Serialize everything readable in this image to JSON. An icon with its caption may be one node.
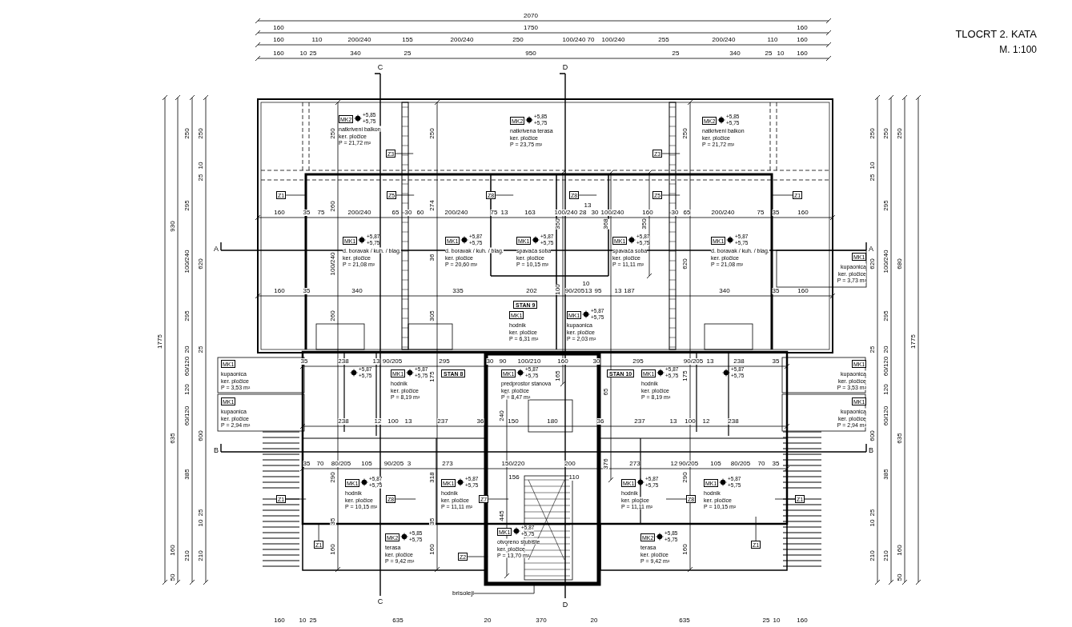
{
  "diagram": {
    "title": "TLOCRT 2. KATA",
    "nodes": [
      {
        "text": [
          "MK2"
        ]
      },
      {
        "text": [
          "MK2"
        ]
      },
      {
        "text": [
          "MK2"
        ]
      },
      {
        "text": [
          "Z3"
        ]
      },
      {
        "text": [
          "Z3"
        ]
      },
      {
        "text": [
          "Z1"
        ]
      },
      {
        "text": [
          "Z5"
        ]
      },
      {
        "text": [
          "Z8"
        ]
      },
      {
        "text": [
          "Z8"
        ]
      },
      {
        "text": [
          "Z5"
        ]
      },
      {
        "text": [
          "Z1"
        ]
      },
      {
        "text": [
          "MK1"
        ]
      },
      {
        "text": [
          "MK1"
        ]
      },
      {
        "text": [
          "MK1"
        ]
      },
      {
        "text": [
          "MK1"
        ]
      },
      {
        "text": [
          "MK1"
        ]
      },
      {
        "text": [
          "MK1"
        ]
      },
      {
        "text": [
          "STAN 9"
        ]
      },
      {
        "text": [
          "MK1"
        ]
      },
      {
        "text": [
          "MK1"
        ]
      },
      {
        "text": [
          "MK1"
        ]
      },
      {
        "text": [
          "MK1"
        ]
      },
      {
        "text": [
          "STAN 8"
        ]
      },
      {
        "text": [
          "MK1"
        ]
      },
      {
        "text": [
          "STAN 10"
        ]
      },
      {
        "text": [
          "MK1"
        ]
      },
      {
        "text": [
          "MK1"
        ]
      },
      {
        "text": [
          "MK1"
        ]
      },
      {
        "text": [
          "MK1"
        ]
      },
      {
        "text": [
          "MK1"
        ]
      },
      {
        "text": [
          "MK1"
        ]
      },
      {
        "text": [
          "MK1"
        ]
      },
      {
        "text": [
          "MK1"
        ]
      },
      {
        "text": [
          "Z1"
        ]
      },
      {
        "text": [
          "Z8"
        ]
      },
      {
        "text": [
          "Z7"
        ]
      },
      {
        "text": [
          "Z8"
        ]
      },
      {
        "text": [
          "Z1"
        ]
      },
      {
        "text": [
          "MK1"
        ]
      },
      {
        "text": [
          "MK2"
        ]
      },
      {
        "text": [
          "MK2"
        ]
      },
      {
        "text": [
          "Z2"
        ]
      },
      {
        "text": [
          "Z1"
        ]
      },
      {
        "text": [
          "Z1"
        ]
      },
      {
        "text": [
          "brisoleji"
        ]
      }
    ],
    "edges": [
      {
        "from": 3,
        "to": null,
        "arrow": "none"
      },
      {
        "from": 4,
        "to": null,
        "arrow": "none"
      },
      {
        "from": 5,
        "to": null,
        "arrow": "none"
      },
      {
        "from": 6,
        "to": null,
        "arrow": "none"
      },
      {
        "from": 7,
        "to": null,
        "arrow": "none"
      },
      {
        "from": 8,
        "to": null,
        "arrow": "none"
      },
      {
        "from": 9,
        "to": null,
        "arrow": "none"
      },
      {
        "from": 10,
        "to": null,
        "arrow": "none"
      },
      {
        "from": 33,
        "to": null,
        "arrow": "none"
      },
      {
        "from": 34,
        "to": null,
        "arrow": "none"
      },
      {
        "from": 35,
        "to": null,
        "arrow": "none"
      },
      {
        "from": 36,
        "to": null,
        "arrow": "none"
      },
      {
        "from": 37,
        "to": null,
        "arrow": "none"
      },
      {
        "from": 41,
        "to": null,
        "arrow": "none"
      },
      {
        "from": 42,
        "to": null,
        "arrow": "none"
      },
      {
        "from": 43,
        "to": null,
        "arrow": "none"
      },
      {
        "from": 44,
        "to": null,
        "arrow": "none"
      }
    ],
    "labels": [
      "2070",
      "160",
      "1750",
      "160",
      "160",
      "110",
      "200/240",
      "155",
      "200/240",
      "250",
      "100/240",
      "70",
      "100/240",
      "255",
      "200/240",
      "110",
      "160",
      "160",
      "10",
      "25",
      "340",
      "25",
      "950",
      "25",
      "340",
      "25",
      "10",
      "160",
      "M. 1:100",
      "C",
      "D",
      "1775",
      "930",
      "635",
      "160",
      "50",
      "250",
      "295",
      "100/240",
      "295",
      "20",
      "60/120",
      "120",
      "60/120",
      "385",
      "210",
      "250",
      "10",
      "25",
      "620",
      "25",
      "600",
      "25",
      "10",
      "210",
      "250",
      "10",
      "25",
      "620",
      "25",
      "600",
      "25",
      "10",
      "210",
      "250",
      "295",
      "100/240",
      "295",
      "20",
      "60/120",
      "120",
      "60/120",
      "385",
      "210",
      "250",
      "680",
      "635",
      "160",
      "50",
      "1775",
      "+5,85",
      "+5,75",
      "natkriveni balkon",
      "ker. pločice",
      "P = 21,72 m²",
      "+5,85",
      "+5,75",
      "natkrivena terasa",
      "ker. pločice",
      "P = 23,75 m²",
      "+5,85",
      "+5,75",
      "natkriveni balkon",
      "ker. pločice",
      "P = 21,72 m²",
      "250",
      "260",
      "100/240",
      "260",
      "290",
      "35",
      "160",
      "250",
      "274",
      "36",
      "305",
      "175",
      "318",
      "35",
      "160",
      "350",
      "100",
      "165",
      "368",
      "65",
      "376",
      "350",
      "250",
      "620",
      "175",
      "290",
      "160",
      "240",
      "445",
      "160",
      "35",
      "75",
      "200/240",
      "65",
      "30",
      "60",
      "200/240",
      "75",
      "13",
      "163",
      "100/240",
      "28",
      "30",
      "100/240",
      "160",
      "30",
      "65",
      "200/240",
      "75",
      "35",
      "160",
      "13",
      "+5,87",
      "+5,75",
      "d. boravak / kuh. / blag.",
      "ker. pločice",
      "P = 21,08 m²",
      "+5,87",
      "+5,75",
      "d. boravak / kuh. / blag.",
      "ker. pločice",
      "P = 20,60 m²",
      "+5,87",
      "+5,75",
      "spavaća soba",
      "ker. pločice",
      "P = 10,15 m²",
      "+5,87",
      "+5,75",
      "spavaća soba",
      "ker. pločice",
      "P = 11,11 m²",
      "+5,87",
      "+5,75",
      "d. boravak / kuh. / blag.",
      "ker. pločice",
      "P = 21,08 m²",
      "kupaonica",
      "ker. pločice",
      "P = 3,73 m²",
      "A",
      "A",
      "160",
      "35",
      "340",
      "335",
      "202",
      "90/205",
      "13",
      "95",
      "13",
      "187",
      "340",
      "35",
      "160",
      "10",
      "hodnik",
      "ker. pločice",
      "P = 6,31 m²",
      "+5,87",
      "+5,75",
      "kupaonica",
      "ker. pločice",
      "P = 2,03 m²",
      "35",
      "238",
      "13",
      "90/205",
      "295",
      "30",
      "90",
      "100/210",
      "160",
      "30",
      "295",
      "90/205",
      "13",
      "238",
      "35",
      "kupaonica",
      "ker. pločice",
      "P = 3,53 m²",
      "+5,87",
      "+5,75",
      "+5,87",
      "+5,75",
      "hodnik",
      "ker. pločice",
      "P = 8,19 m²",
      "+5,87",
      "+5,75",
      "predprostor stanova",
      "ker. pločice",
      "P = 8,47 m²",
      "+5,87",
      "+5,75",
      "hodnik",
      "ker. pločice",
      "P = 8,19 m²",
      "+5,87",
      "+5,75",
      "kupaonica",
      "ker. pločice",
      "P = 3,53 m²",
      "kupaonica",
      "ker. pločice",
      "P = 2,94 m²",
      "kupaonica",
      "ker. pločice",
      "P = 2,94 m²",
      "238",
      "12",
      "100",
      "13",
      "237",
      "36",
      "150",
      "180",
      "36",
      "237",
      "13",
      "100",
      "12",
      "238",
      "B",
      "B",
      "35",
      "70",
      "80/205",
      "105",
      "90/205",
      "3",
      "273",
      "150/220",
      "200",
      "273",
      "12",
      "90/205",
      "105",
      "80/205",
      "70",
      "35",
      "156",
      "110",
      "+5,87",
      "+5,75",
      "hodnik",
      "ker. pločice",
      "P = 10,15 m²",
      "+5,87",
      "+5,75",
      "hodnik",
      "ker. pločice",
      "P = 11,11 m²",
      "+5,87",
      "+5,75",
      "hodnik",
      "ker. pločice",
      "P = 11,11 m²",
      "+5,87",
      "+5,75",
      "hodnik",
      "ker. pločice",
      "P = 10,15 m²",
      "+5,87",
      "+5,75",
      "otvoreno stubište",
      "ker. pločice",
      "P = 13,70 m²",
      "+5,85",
      "+5,75",
      "terasa",
      "ker. pločice",
      "P = 9,42 m²",
      "+5,85",
      "+5,75",
      "terasa",
      "ker. pločice",
      "P = 9,42 m²",
      "C",
      "D",
      "160",
      "10",
      "25",
      "635",
      "20",
      "370",
      "20",
      "635",
      "25",
      "10",
      "160"
    ]
  }
}
